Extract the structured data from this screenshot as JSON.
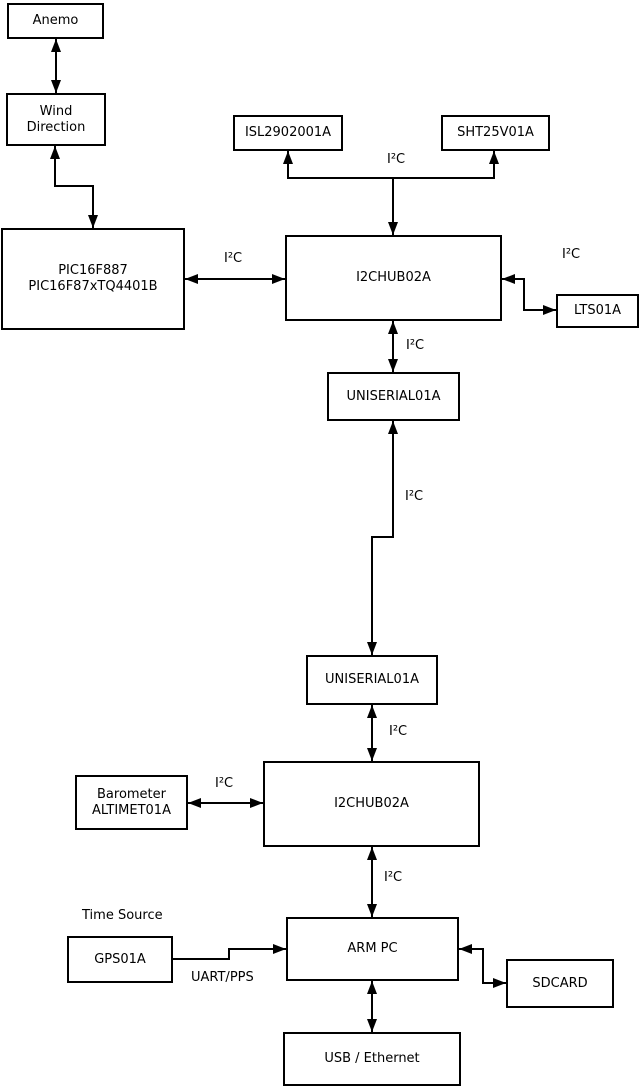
{
  "diagram": {
    "title_hint": "hardware block diagram",
    "colors": {
      "line": "#000000",
      "box_fill": "#ffffff",
      "background": "#ffffff",
      "text": "#000000"
    },
    "boxes": {
      "anemo": {
        "lines": [
          "Anemo"
        ]
      },
      "wind_direction": {
        "lines": [
          "Wind",
          "Direction"
        ]
      },
      "pic": {
        "lines": [
          "PIC16F887",
          "PIC16F87xTQ4401B"
        ]
      },
      "isl2902001a": {
        "lines": [
          "ISL2902001A"
        ]
      },
      "sht25v01a": {
        "lines": [
          "SHT25V01A"
        ]
      },
      "i2chub02a_top": {
        "lines": [
          "I2CHUB02A"
        ]
      },
      "lts01a": {
        "lines": [
          "LTS01A"
        ]
      },
      "uniserial01a_top": {
        "lines": [
          "UNISERIAL01A"
        ]
      },
      "uniserial01a_bottom": {
        "lines": [
          "UNISERIAL01A"
        ]
      },
      "i2chub02a_bottom": {
        "lines": [
          "I2CHUB02A"
        ]
      },
      "barometer": {
        "lines": [
          "Barometer",
          "ALTIMET01A"
        ]
      },
      "gps01a": {
        "lines": [
          "GPS01A"
        ]
      },
      "arm_pc": {
        "lines": [
          "ARM PC"
        ]
      },
      "sdcard": {
        "lines": [
          "SDCARD"
        ]
      },
      "usb_ethernet": {
        "lines": [
          "USB / Ethernet"
        ]
      }
    },
    "edges": [
      {
        "from": "Anemo",
        "to": "Wind Direction",
        "direction": "bidirectional",
        "label": ""
      },
      {
        "from": "Wind Direction",
        "to": "PIC16F887 PIC16F87xTQ4401B",
        "direction": "bidirectional",
        "label": ""
      },
      {
        "from": "PIC16F887 PIC16F87xTQ4401B",
        "to": "I2CHUB02A (top)",
        "direction": "bidirectional",
        "label": "I²C"
      },
      {
        "from": "I2CHUB02A (top)",
        "to": "ISL2902001A",
        "direction": "out",
        "label": "I²C"
      },
      {
        "from": "I2CHUB02A (top)",
        "to": "SHT25V01A",
        "direction": "out",
        "label": "I²C"
      },
      {
        "from": "I2CHUB02A (top)",
        "to": "LTS01A",
        "direction": "bidirectional",
        "label": "I²C"
      },
      {
        "from": "I2CHUB02A (top)",
        "to": "UNISERIAL01A (top)",
        "direction": "bidirectional",
        "label": "I²C"
      },
      {
        "from": "UNISERIAL01A (top)",
        "to": "UNISERIAL01A (bottom)",
        "direction": "bidirectional",
        "label": "I²C"
      },
      {
        "from": "UNISERIAL01A (bottom)",
        "to": "I2CHUB02A (bottom)",
        "direction": "bidirectional",
        "label": "I²C"
      },
      {
        "from": "Barometer ALTIMET01A",
        "to": "I2CHUB02A (bottom)",
        "direction": "bidirectional",
        "label": "I²C"
      },
      {
        "from": "I2CHUB02A (bottom)",
        "to": "ARM PC",
        "direction": "bidirectional",
        "label": "I²C"
      },
      {
        "from": "GPS01A",
        "to": "ARM PC",
        "direction": "out",
        "label": "UART/PPS"
      },
      {
        "from": "ARM PC",
        "to": "SDCARD",
        "direction": "bidirectional",
        "label": ""
      },
      {
        "from": "ARM PC",
        "to": "USB / Ethernet",
        "direction": "bidirectional",
        "label": ""
      }
    ],
    "annotations": {
      "time_source": "Time Source"
    }
  }
}
